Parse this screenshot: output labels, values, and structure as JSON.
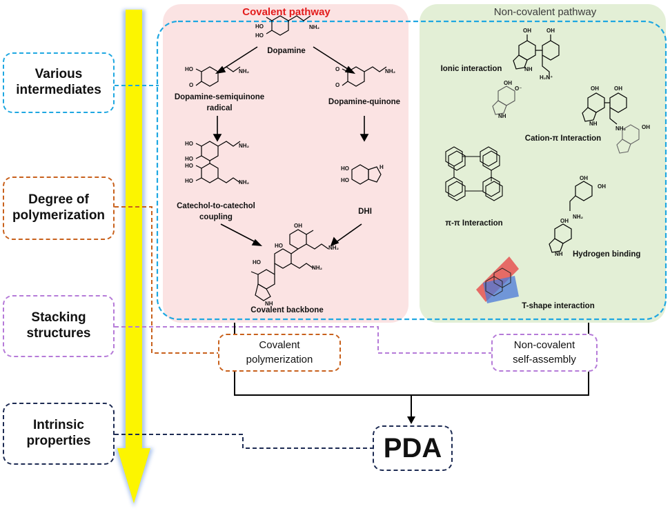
{
  "panels": {
    "covalent_title": "Covalent pathway",
    "noncovalent_title": "Non-covalent pathway"
  },
  "side_boxes": {
    "intermediates": "Various\nintermediates",
    "polymerization": "Degree of\npolymerization",
    "stacking": "Stacking\nstructures",
    "intrinsic": "Intrinsic\nproperties"
  },
  "covalent": {
    "dopamine": "Dopamine",
    "semiquinone": "Dopamine-semiquinone\nradical",
    "quinone": "Dopamine-quinone",
    "catechol": "Catechol-to-catechol\ncoupling",
    "dhi": "DHI",
    "backbone": "Covalent backbone"
  },
  "noncovalent": {
    "ionic": "Ionic interaction",
    "cation_pi": "Cation-π Interaction",
    "pi_pi": "π-π Interaction",
    "hydrogen": "Hydrogen binding",
    "t_shape": "T-shape interaction"
  },
  "chem_labels": {
    "ho": "HO",
    "oh": "OH",
    "nh2": "NH₂",
    "nh": "NH",
    "h2n_plus": "H₂N⁺",
    "o": "O",
    "o_minus": "O⁻",
    "h": "H"
  },
  "outputs": {
    "covalent_polymerization": "Covalent\npolymerization",
    "noncovalent_self_assembly": "Non-covalent\nself-assembly",
    "pda": "PDA"
  },
  "colors": {
    "covalent_bg": "#fbe3e3",
    "noncovalent_bg": "#e3efd6",
    "covalent_title": "#e31b1b",
    "noncovalent_title": "#3b3b3b",
    "blue_dash": "#1ea7e1",
    "orange_dash": "#c8601b",
    "purple_dash": "#b57ad8",
    "navy_dash": "#1c2a52",
    "arrow_yellow": "#fcf500",
    "arrow_glow": "#8fb0e8"
  }
}
